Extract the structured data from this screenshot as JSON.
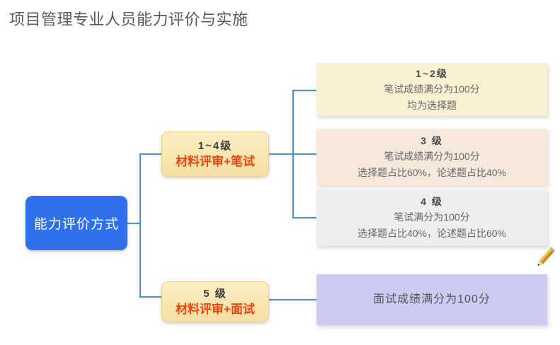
{
  "page": {
    "title": "项目管理专业人员能力评价与实施",
    "background": "#ffffff"
  },
  "colors": {
    "root_node": "#2f70ec",
    "level_node": "#f7e1a8",
    "level_accent_text": "#e8460f",
    "connector_line": "#5b8fc7",
    "detail_1": "#faf1d4",
    "detail_2": "#f7e8dc",
    "detail_3": "#eeeeee",
    "detail_4": "#cdcbf3",
    "title_text": "#595959",
    "pencil": "#d8a528"
  },
  "diagram": {
    "root": {
      "label": "能力评价方式"
    },
    "levels": [
      {
        "id": "level-1-4",
        "top_label": "1~4级",
        "bottom_label": "材料评审+笔试"
      },
      {
        "id": "level-5",
        "top_label": "5 级",
        "bottom_label": "材料评审+面试"
      }
    ],
    "details": [
      {
        "id": "detail-1-2",
        "heading": "1~2级",
        "lines": [
          "笔试成绩满分为100分",
          "均为选择题"
        ]
      },
      {
        "id": "detail-3",
        "heading": "3 级",
        "lines": [
          "笔试成绩满分为100分",
          "选择题占比60%，论述题占比40%"
        ]
      },
      {
        "id": "detail-4",
        "heading": "4 级",
        "lines": [
          "笔试满分为100分",
          "选择题占比40%，论述题占比60%"
        ]
      },
      {
        "id": "detail-5",
        "heading": "",
        "lines": [
          "面试成绩满分为100分"
        ]
      }
    ]
  },
  "icons": {
    "pencil": "pencil-icon"
  }
}
